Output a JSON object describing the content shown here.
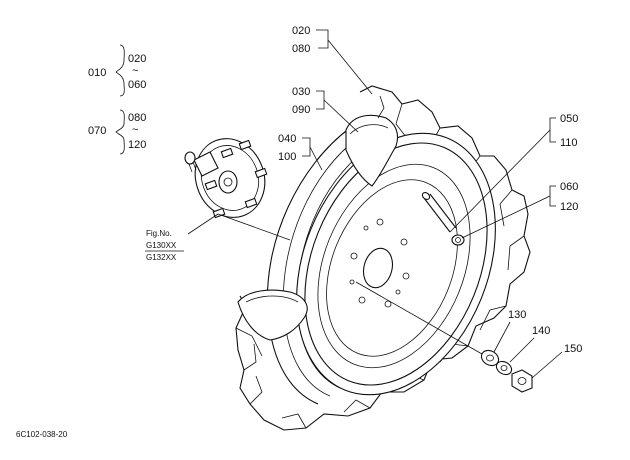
{
  "labels": {
    "l010": "010",
    "l020a": "020",
    "l060a": "060",
    "tilde1": "~",
    "l070": "070",
    "l080a": "080",
    "tilde2": "~",
    "l120a": "120",
    "l020b": "020",
    "l080b": "080",
    "l030": "030",
    "l090": "090",
    "l040": "040",
    "l100": "100",
    "l050": "050",
    "l110": "110",
    "l060b": "060",
    "l120b": "120",
    "l130": "130",
    "l140": "140",
    "l150": "150"
  },
  "fig_ref": {
    "title": "Fig.No.",
    "line1": "G130XX",
    "line2": "G132XX"
  },
  "drawing_code": "6C102-038-20"
}
